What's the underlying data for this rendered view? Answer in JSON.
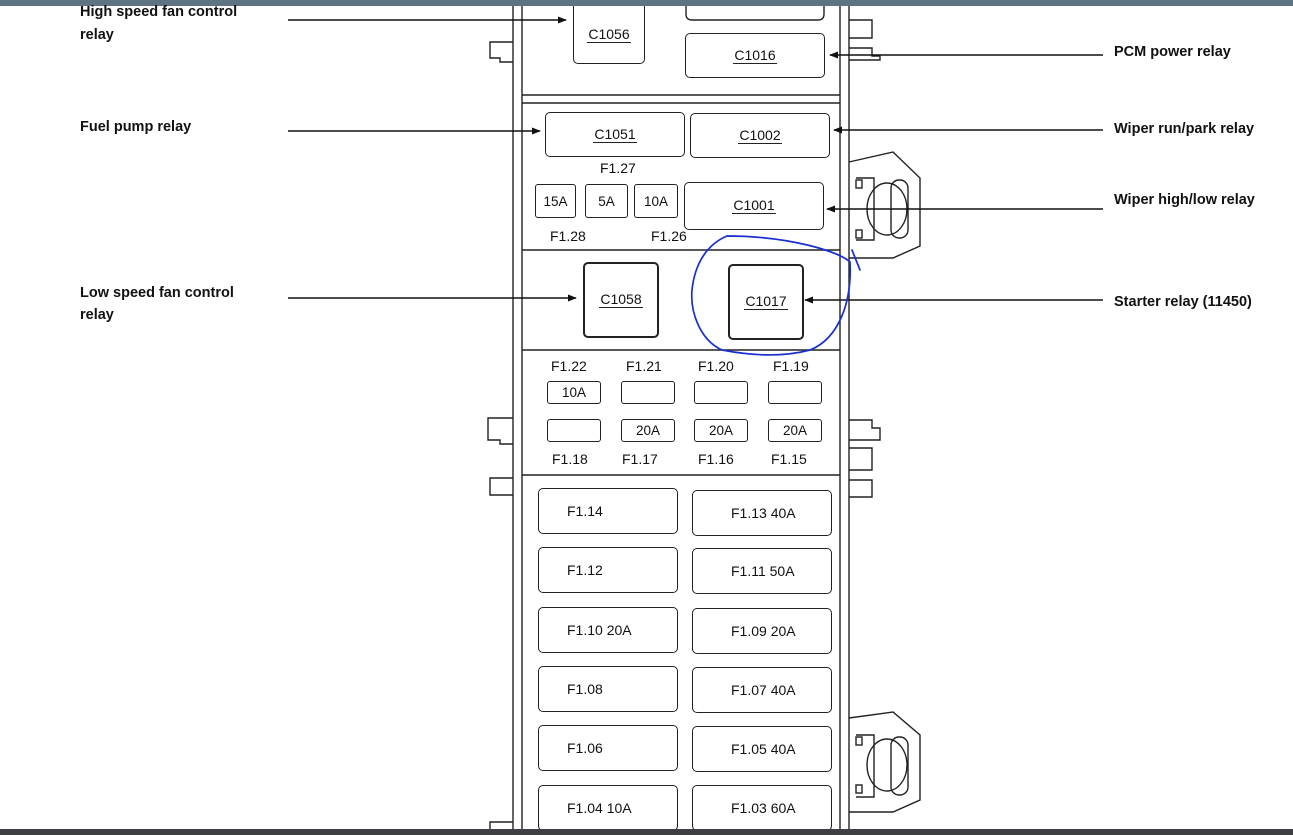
{
  "callouts": {
    "high_speed_fan_l1": "High speed fan control",
    "high_speed_fan_l2": "relay",
    "fuel_pump": "Fuel pump relay",
    "low_speed_fan_l1": "Low speed fan control",
    "low_speed_fan_l2": "relay",
    "pcm_power": "PCM power relay",
    "wiper_run_park": "Wiper run/park relay",
    "wiper_high_low": "Wiper high/low relay",
    "starter": "Starter relay (11450)"
  },
  "relays": {
    "c1056": "C1056",
    "c1016": "C1016",
    "c1051": "C1051",
    "c1002": "C1002",
    "c1001": "C1001",
    "c1058": "C1058",
    "c1017": "C1017"
  },
  "mini_fuses": {
    "f128_rating": "15A",
    "f127_rating": "5A",
    "f126_rating": "10A",
    "f128": "F1.28",
    "f127": "F1.27",
    "f126": "F1.26",
    "row1_labels": [
      "F1.22",
      "F1.21",
      "F1.20",
      "F1.19"
    ],
    "row1_ratings": [
      "10A",
      "",
      "",
      ""
    ],
    "row2_labels": [
      "F1.18",
      "F1.17",
      "F1.16",
      "F1.15"
    ],
    "row2_ratings": [
      "",
      "20A",
      "20A",
      "20A"
    ]
  },
  "maxi_fuses": {
    "left": [
      "F1.14",
      "F1.12",
      "F1.10 20A",
      "F1.08",
      "F1.06",
      "F1.04 10A"
    ],
    "right": [
      "F1.13 40A",
      "F1.11 50A",
      "F1.09 20A",
      "F1.07 40A",
      "F1.05 40A",
      "F1.03 60A"
    ]
  },
  "annotation_color": "#1a2fd0"
}
